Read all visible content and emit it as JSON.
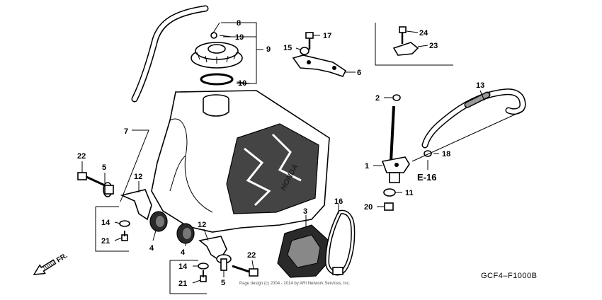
{
  "callouts": {
    "c1": "1",
    "c2": "2",
    "c3": "3",
    "c4a": "4",
    "c4b": "4",
    "c5a": "5",
    "c5b": "5",
    "c6": "6",
    "c7": "7",
    "c8": "8",
    "c9": "9",
    "c10": "10",
    "c11": "11",
    "c12a": "12",
    "c12b": "12",
    "c13": "13",
    "c14a": "14",
    "c14b": "14",
    "c15": "15",
    "c16": "16",
    "c17": "17",
    "c18": "18",
    "c19": "19",
    "c20": "20",
    "c21a": "21",
    "c21b": "21",
    "c22a": "22",
    "c22b": "22",
    "c23": "23",
    "c24": "24"
  },
  "reference": "E-16",
  "diagram_code": "GCF4–F1000B",
  "copyright": "Page design (c) 2004 - 2014 by ARI Network Services, Inc.",
  "direction_label": "FR.",
  "tank_brand": "HONDA"
}
